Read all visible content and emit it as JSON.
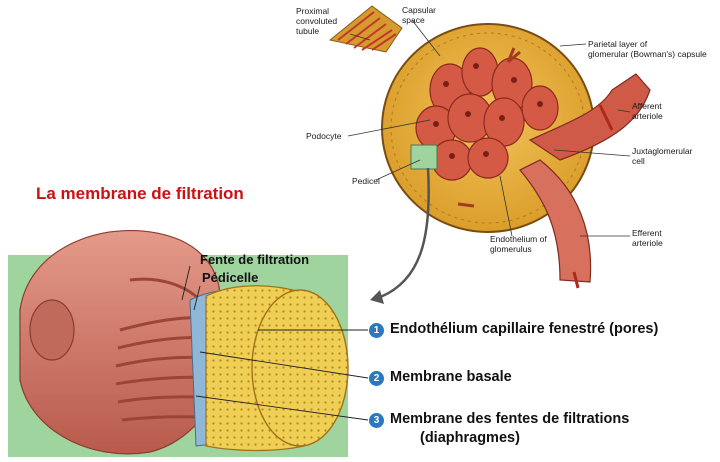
{
  "title": "La membrane de filtration",
  "top_labels": {
    "proximal": "Proximal\nconvoluted\ntubule",
    "capsular": "Capsular\nspace",
    "parietal": "Parietal layer of\nglomerular (Bowman's) capsule",
    "podocyte": "Podocyte",
    "afferent": "Afferent\narteriole",
    "juxta": "Juxtaglomerular\ncell",
    "pedicel": "Pedicel",
    "endothelium": "Endothelium of\nglomerulus",
    "efferent": "Efferent\narteriole"
  },
  "inset_labels": {
    "fente": "Fente de filtration",
    "pedicelle": "Pédicelle"
  },
  "layers": [
    {
      "number": "1",
      "label": "Endothélium capillaire fenestré (pores)"
    },
    {
      "number": "2",
      "label": "Membrane basale"
    },
    {
      "number": "3",
      "label": "Membrane des fentes de filtrations",
      "label2": "(diaphragmes)"
    }
  ],
  "colors": {
    "title": "#cc1111",
    "badge": "#2a78c0",
    "capsule": "#e0a630",
    "vessel": "#c94a3a",
    "inset_bg": "#9fd49f",
    "cell_body": "#d3786a",
    "endothelium": "#f1d25a"
  }
}
